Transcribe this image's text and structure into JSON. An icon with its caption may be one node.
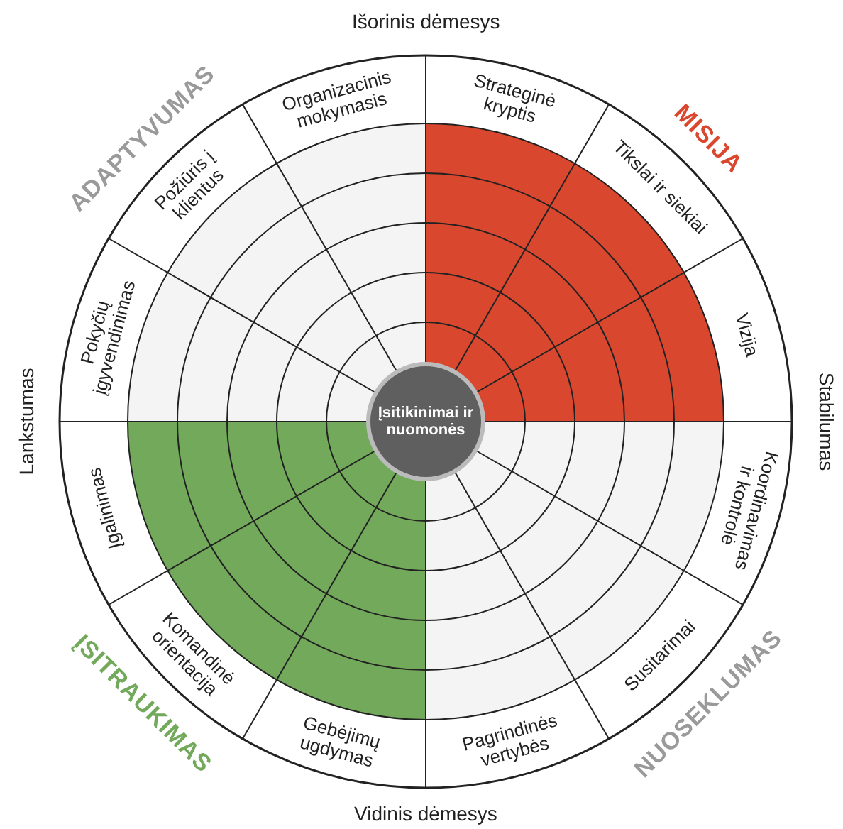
{
  "diagram": {
    "nodes": [
      {
        "text": [
          "Įsitikinimai ir nuomonės"
        ]
      },
      {
        "text": [
          "Strateginė kryptis"
        ]
      },
      {
        "text": [
          "Tikslai ir siekiai"
        ]
      },
      {
        "text": [
          "Vizija"
        ]
      },
      {
        "text": [
          "Koordinavimas ir kontrolė"
        ]
      },
      {
        "text": [
          "Susitarimai"
        ]
      },
      {
        "text": [
          "Pagrindinės vertybės"
        ]
      },
      {
        "text": [
          "Gebėjimų ugdymas"
        ]
      },
      {
        "text": [
          "Komandinė orientacija"
        ]
      },
      {
        "text": [
          "Įgalinimas"
        ]
      },
      {
        "text": [
          "Pokyčių įgyvendinimas"
        ]
      },
      {
        "text": [
          "Požiūris į klientus"
        ]
      },
      {
        "text": [
          "Organizacinis mokymasis"
        ]
      }
    ],
    "edges": [],
    "labels": [
      "Išorinis dėmesys",
      "ADAPTYVUMAS",
      "MISIJA",
      "Lankstumas",
      "Stabilumas",
      "NUOSEKLUMAS",
      "ĮSITRAUKIMAS",
      "Vidinis dėmesys"
    ]
  }
}
